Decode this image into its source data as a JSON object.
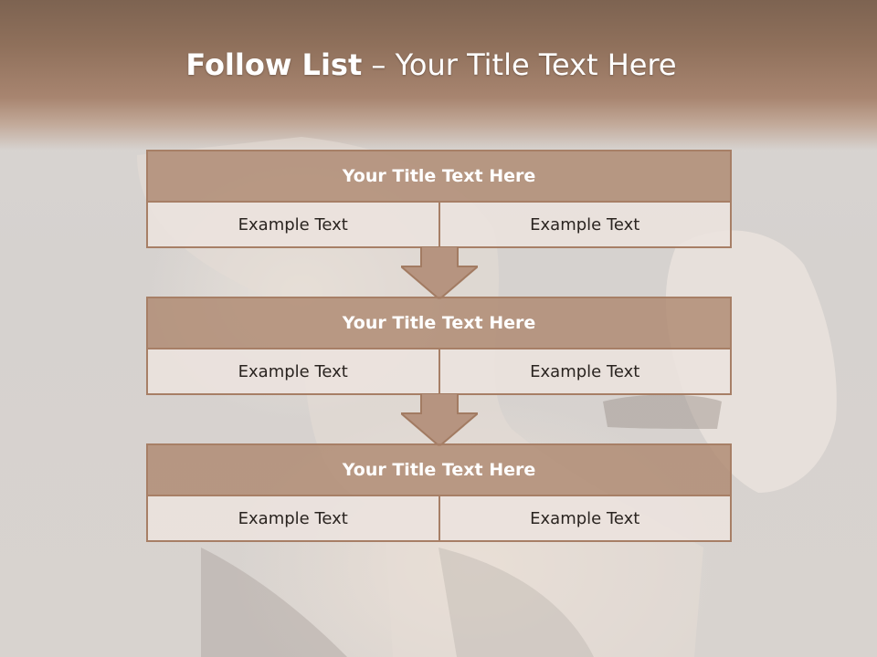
{
  "title": {
    "bold": "Follow List",
    "rest": "– Your Title Text Here"
  },
  "steps": [
    {
      "header": "Your Title Text Here",
      "left": "Example Text",
      "right": "Example Text"
    },
    {
      "header": "Your Title Text Here",
      "left": "Example Text",
      "right": "Example Text"
    },
    {
      "header": "Your Title Text Here",
      "left": "Example Text",
      "right": "Example Text"
    }
  ],
  "colors": {
    "header_band": "#8f705b",
    "box_header": "#b08c74",
    "box_border": "#a77f66",
    "cell_bg": "#ece2de",
    "arrow_fill": "#b69480"
  }
}
